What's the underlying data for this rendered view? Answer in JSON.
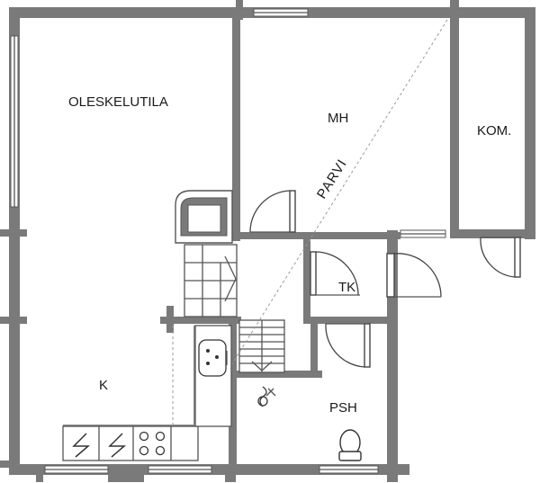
{
  "rooms": {
    "oleskelutila": "OLESKELUTILA",
    "mh": "MH",
    "kom": "KOM.",
    "parvi": "PARVI",
    "tk": "TK",
    "k": "K",
    "psh": "PSH"
  },
  "colors": {
    "wall": "#7a7a7a",
    "background": "#ffffff",
    "text": "#1a1a1a"
  },
  "icons": [
    "stove-icon",
    "oven-icon",
    "sink-icon",
    "toilet-icon",
    "drain-icon",
    "fireplace-icon"
  ]
}
